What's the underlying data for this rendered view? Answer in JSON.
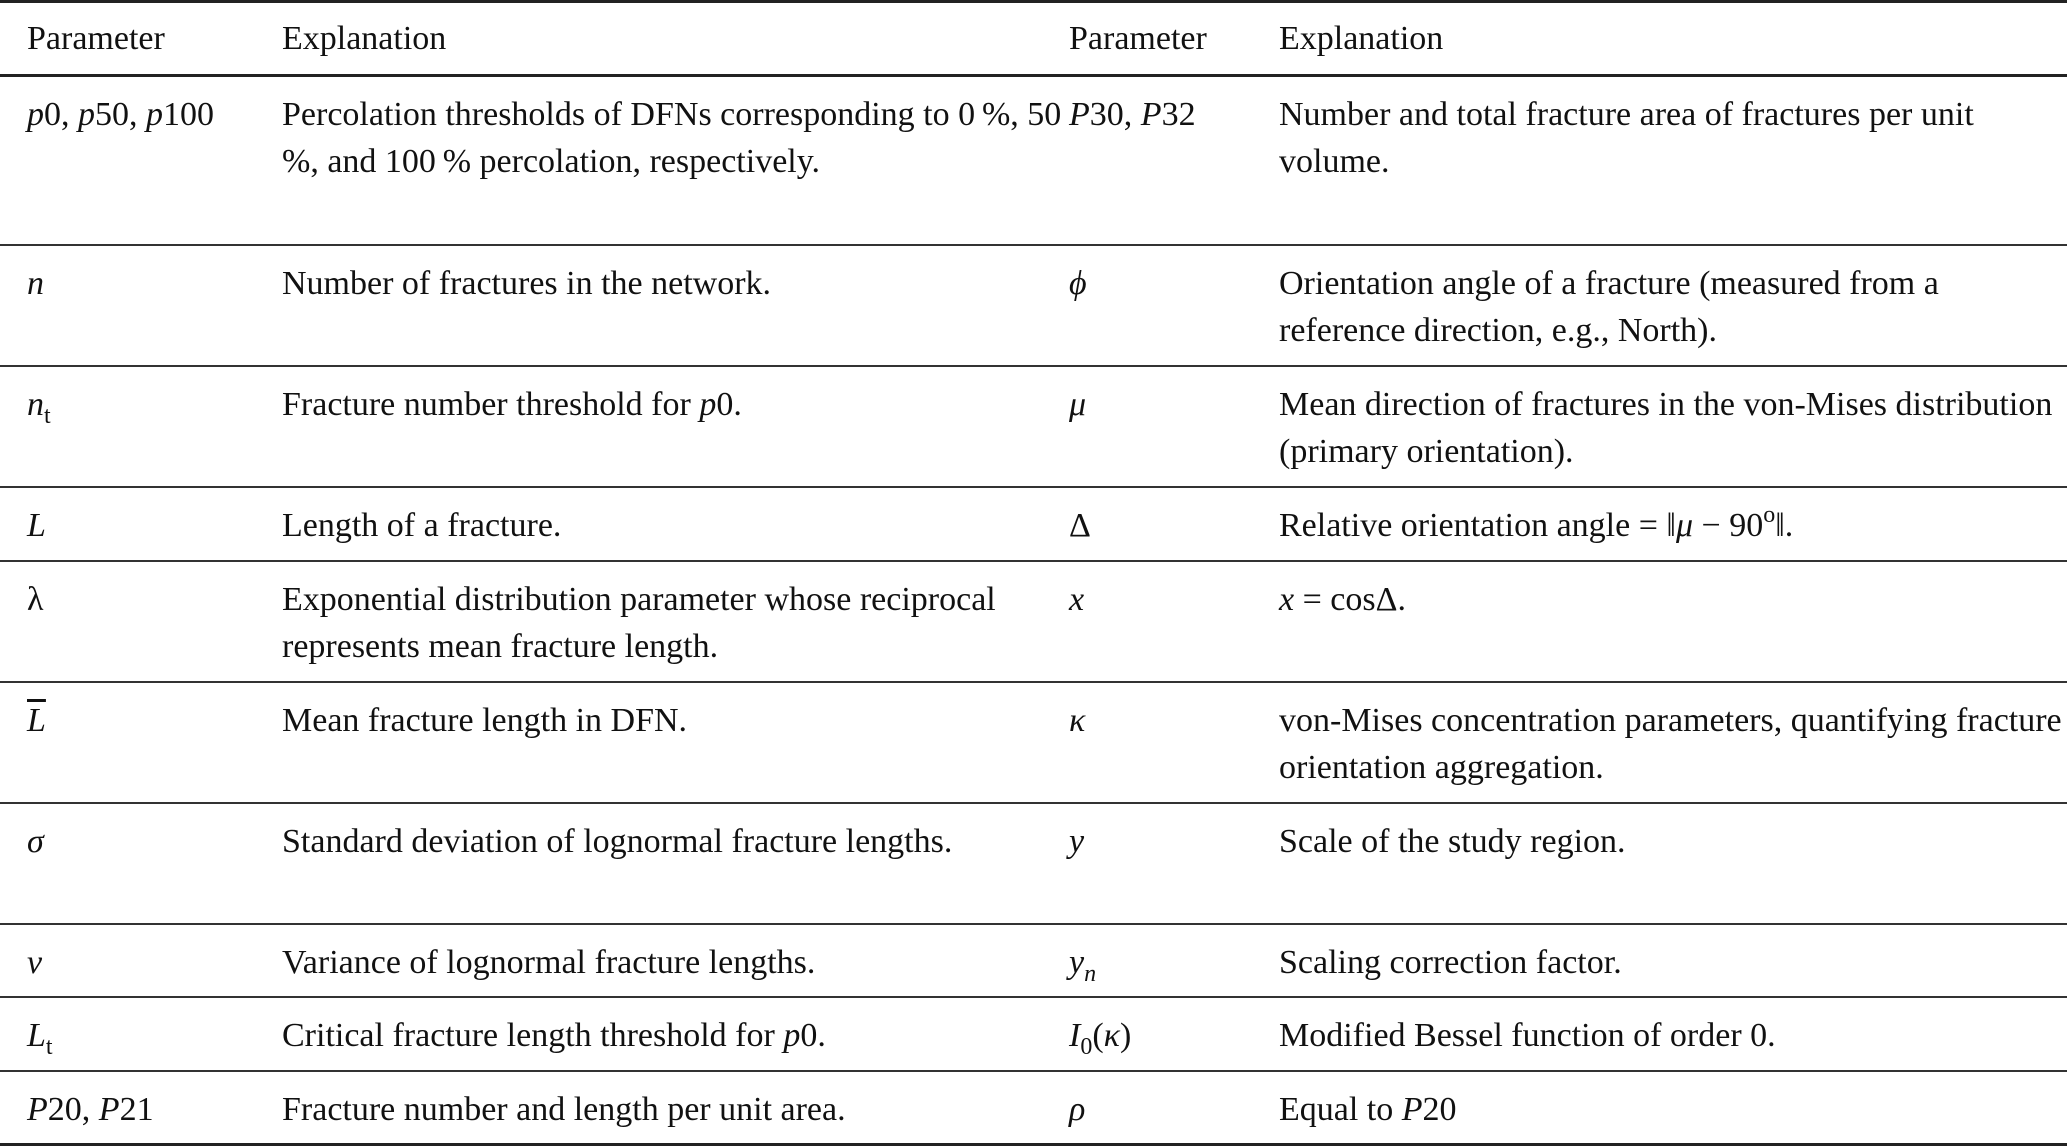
{
  "headers": [
    "Parameter",
    "Explanation",
    "Parameter",
    "Explanation"
  ],
  "rows": [
    {
      "p1": [
        {
          "t": "p",
          "i": 1
        },
        {
          "t": "0, "
        },
        {
          "t": "p",
          "i": 1
        },
        {
          "t": "50, "
        },
        {
          "t": "p",
          "i": 1
        },
        {
          "t": "100"
        }
      ],
      "e1": [
        {
          "t": "Percolation thresholds of DFNs corresponding to 0 %, 50 %, and 100 % percolation, respectively."
        }
      ],
      "p2": [
        {
          "t": "P",
          "i": 1
        },
        {
          "t": "30, "
        },
        {
          "t": "P",
          "i": 1
        },
        {
          "t": "32"
        }
      ],
      "e2": [
        {
          "t": "Number and total fracture area of fractures per unit volume."
        }
      ]
    },
    {
      "p1": [
        {
          "t": "n",
          "i": 1
        }
      ],
      "e1": [
        {
          "t": "Number of fractures in the network."
        }
      ],
      "p2": [
        {
          "t": "ϕ",
          "i": 1
        }
      ],
      "e2": [
        {
          "t": "Orientation angle of a fracture (measured from a reference direction, e.g., North)."
        }
      ]
    },
    {
      "p1": [
        {
          "t": "n",
          "i": 1
        },
        {
          "t": "t",
          "s": "sub"
        }
      ],
      "e1": [
        {
          "t": "Fracture number threshold for "
        },
        {
          "t": "p",
          "i": 1
        },
        {
          "t": "0."
        }
      ],
      "p2": [
        {
          "t": "μ",
          "i": 1
        }
      ],
      "e2": [
        {
          "t": "Mean direction of fractures in the von-Mises distribution (primary orientation)."
        }
      ]
    },
    {
      "p1": [
        {
          "t": "L",
          "i": 1
        }
      ],
      "e1": [
        {
          "t": "Length of a fracture."
        }
      ],
      "p2": [
        {
          "t": "Δ"
        }
      ],
      "e2": [
        {
          "t": "Relative orientation angle = ‖"
        },
        {
          "t": "μ",
          "i": 1
        },
        {
          "t": " − 90"
        },
        {
          "t": "o",
          "s": "sup"
        },
        {
          "t": "‖."
        }
      ]
    },
    {
      "p1": [
        {
          "t": "λ"
        }
      ],
      "e1": [
        {
          "t": "Exponential distribution parameter whose reciprocal represents mean fracture length."
        }
      ],
      "p2": [
        {
          "t": "x",
          "i": 1
        }
      ],
      "e2": [
        {
          "t": "x",
          "i": 1
        },
        {
          "t": " = cosΔ."
        }
      ]
    },
    {
      "p1": [
        {
          "t": "L",
          "i": 1,
          "s": "ovl"
        }
      ],
      "e1": [
        {
          "t": "Mean fracture length in DFN."
        }
      ],
      "p2": [
        {
          "t": "κ",
          "i": 1
        }
      ],
      "e2": [
        {
          "t": "von-Mises concentration parameters, quantifying fracture orientation aggregation."
        }
      ]
    },
    {
      "p1": [
        {
          "t": "σ",
          "i": 1
        }
      ],
      "e1": [
        {
          "t": "Standard deviation of lognormal fracture lengths."
        }
      ],
      "p2": [
        {
          "t": "y",
          "i": 1
        }
      ],
      "e2": [
        {
          "t": "Scale of the study region."
        }
      ]
    },
    {
      "p1": [
        {
          "t": "ν",
          "i": 1
        }
      ],
      "e1": [
        {
          "t": "Variance of lognormal fracture lengths."
        }
      ],
      "p2": [
        {
          "t": "y",
          "i": 1
        },
        {
          "t": "n",
          "i": 1,
          "s": "sub"
        }
      ],
      "e2": [
        {
          "t": "Scaling correction factor."
        }
      ]
    },
    {
      "p1": [
        {
          "t": "L",
          "i": 1
        },
        {
          "t": "t",
          "s": "sub"
        }
      ],
      "e1": [
        {
          "t": "Critical fracture length threshold for "
        },
        {
          "t": "p",
          "i": 1
        },
        {
          "t": "0."
        }
      ],
      "p2": [
        {
          "t": "I",
          "i": 1
        },
        {
          "t": "0",
          "s": "sub"
        },
        {
          "t": "("
        },
        {
          "t": "κ",
          "i": 1
        },
        {
          "t": ")"
        }
      ],
      "e2": [
        {
          "t": "Modified Bessel function of order 0."
        }
      ]
    },
    {
      "p1": [
        {
          "t": "P",
          "i": 1
        },
        {
          "t": "20, "
        },
        {
          "t": "P",
          "i": 1
        },
        {
          "t": "21"
        }
      ],
      "e1": [
        {
          "t": "Fracture number and length per unit area."
        }
      ],
      "p2": [
        {
          "t": "ρ",
          "i": 1
        }
      ],
      "e2": [
        {
          "t": "Equal to "
        },
        {
          "t": "P",
          "i": 1
        },
        {
          "t": "20"
        }
      ]
    }
  ]
}
